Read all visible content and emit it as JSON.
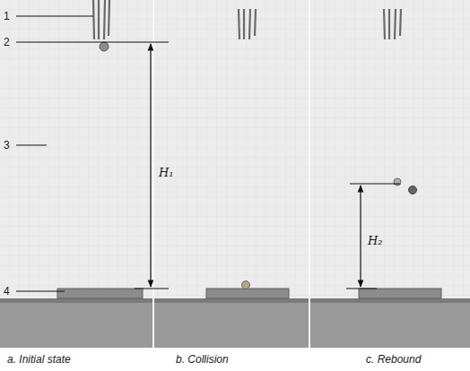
{
  "diagram": {
    "labels": [
      "1",
      "2",
      "3",
      "4",
      "H₁",
      "H₂",
      "a. Initial state",
      "b. Collision",
      "c. Rebound"
    ]
  }
}
